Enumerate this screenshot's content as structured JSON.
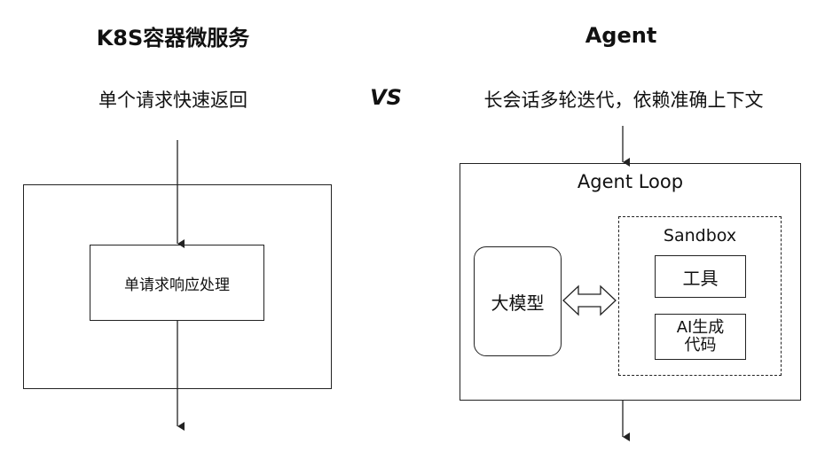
{
  "left": {
    "title": "K8S容器微服务",
    "subtitle": "单个请求快速返回",
    "inner_box_label": "单请求响应处理"
  },
  "vs_label": "VS",
  "right": {
    "title": "Agent",
    "subtitle": "长会话多轮迭代，依赖准确上下文",
    "loop_label": "Agent Loop",
    "model_label": "大模型",
    "sandbox_label": "Sandbox",
    "tool_label": "工具",
    "ai_code_label_line1": "AI生成",
    "ai_code_label_line2": "代码"
  }
}
